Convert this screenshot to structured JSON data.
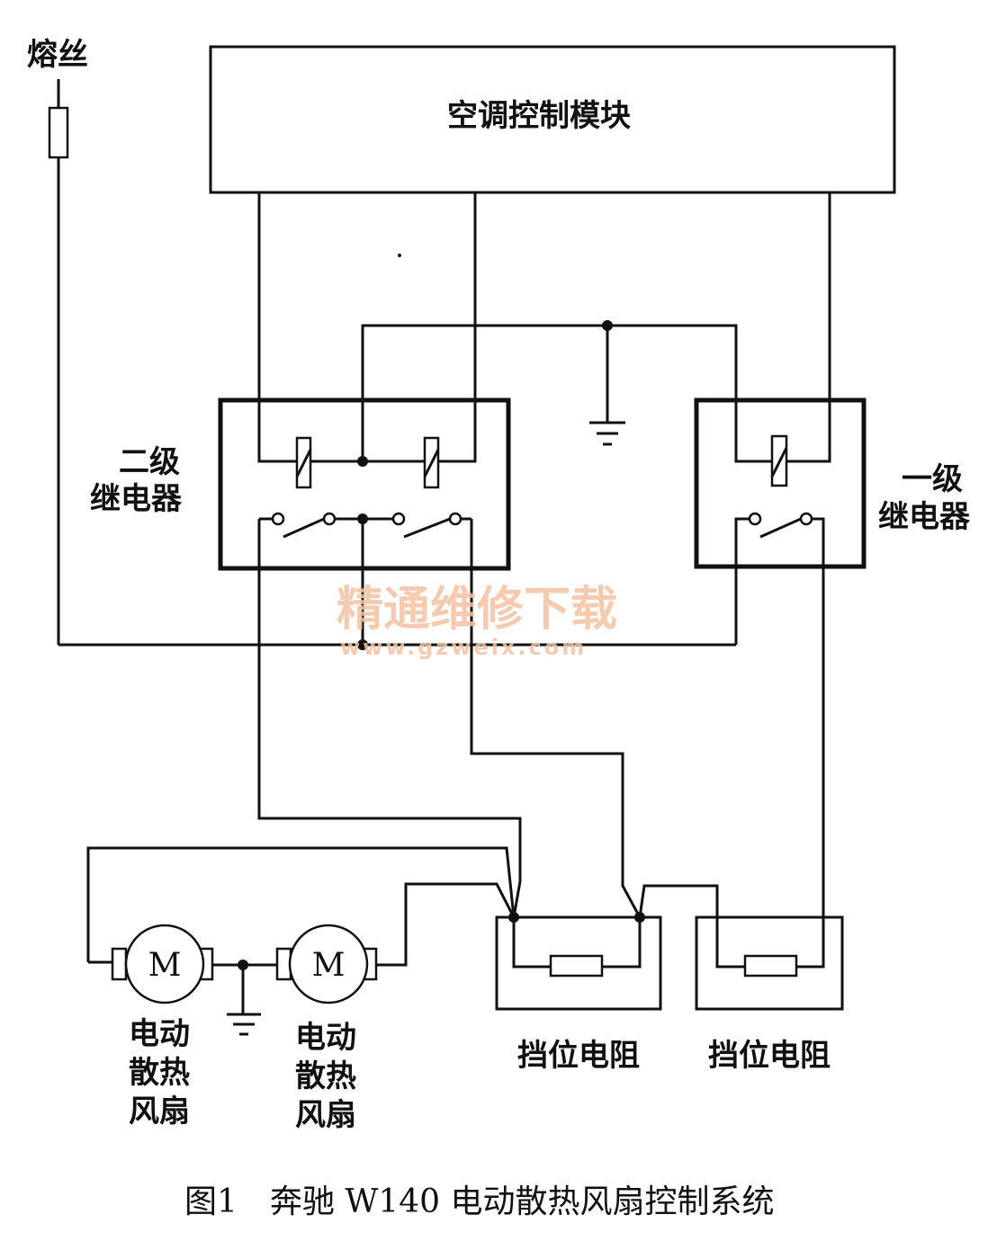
{
  "labels": {
    "fuse": "熔丝",
    "ac_module": "空调控制模块",
    "relay2_line1": "二级",
    "relay2_line2": "继电器",
    "relay1_line1": "一级",
    "relay1_line2": "继电器",
    "motor_symbol": "M",
    "fan_line1": "电动",
    "fan_line2": "散热",
    "fan_line3": "风扇",
    "resistor1": "挡位电阻",
    "resistor2": "挡位电阻"
  },
  "caption": "图1　奔驰 W140 电动散热风扇控制系统",
  "watermark": {
    "title": "精通维修下载",
    "url": "www.gzweix.com"
  }
}
